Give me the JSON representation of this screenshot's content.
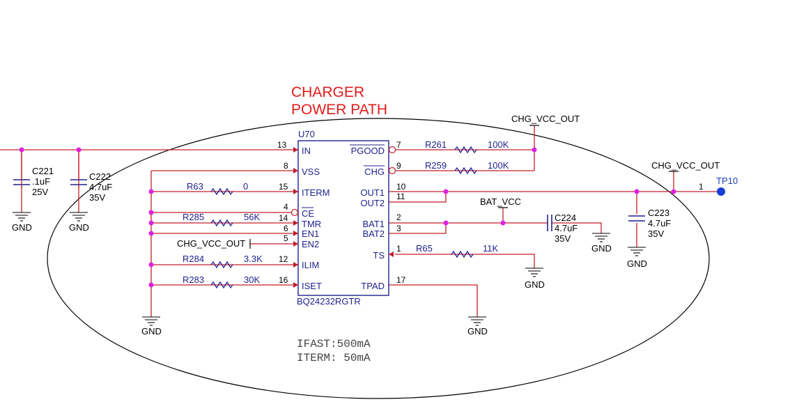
{
  "title": {
    "line1": "CHARGER",
    "line2": "POWER PATH"
  },
  "ic": {
    "ref": "U70",
    "part": "BQ24232RGTR",
    "pins": {
      "in": {
        "num": "13",
        "name": "IN"
      },
      "vss": {
        "num": "8",
        "name": "VSS"
      },
      "iterm": {
        "num": "15",
        "name": "ITERM"
      },
      "ce": {
        "num": "4",
        "name": "CE"
      },
      "tmr": {
        "num": "14",
        "name": "TMR"
      },
      "en1": {
        "num": "6",
        "name": "EN1"
      },
      "en2": {
        "num": "5",
        "name": "EN2"
      },
      "ilim": {
        "num": "12",
        "name": "ILIM"
      },
      "iset": {
        "num": "16",
        "name": "ISET"
      },
      "pgood": {
        "num": "7",
        "name": "PGOOD"
      },
      "chg": {
        "num": "9",
        "name": "CHG"
      },
      "out1": {
        "num": "10",
        "name": "OUT1"
      },
      "out2": {
        "num": "11",
        "name": "OUT2"
      },
      "bat1": {
        "num": "2",
        "name": "BAT1"
      },
      "bat2": {
        "num": "3",
        "name": "BAT2"
      },
      "ts": {
        "num": "1",
        "name": "TS"
      },
      "tpad": {
        "num": "17",
        "name": "TPAD"
      }
    }
  },
  "resistors": {
    "r63": {
      "ref": "R63",
      "value": "0"
    },
    "r285": {
      "ref": "R285",
      "value": "56K"
    },
    "r284": {
      "ref": "R284",
      "value": "3.3K"
    },
    "r283": {
      "ref": "R283",
      "value": "30K"
    },
    "r261": {
      "ref": "R261",
      "value": "100K"
    },
    "r259": {
      "ref": "R259",
      "value": "100K"
    },
    "r65": {
      "ref": "R65",
      "value": "11K"
    }
  },
  "capacitors": {
    "c221": {
      "ref": "C221",
      "value": ".1uF",
      "voltage": "25V"
    },
    "c222": {
      "ref": "C222",
      "value": "4.7uF",
      "voltage": "35V"
    },
    "c224": {
      "ref": "C224",
      "value": "4.7uF",
      "voltage": "35V"
    },
    "c223": {
      "ref": "C223",
      "value": "4.7uF",
      "voltage": "35V"
    }
  },
  "nets": {
    "chg_vcc_out": "CHG_VCC_OUT",
    "bat_vcc": "BAT_VCC",
    "gnd": "GND"
  },
  "testpoint": {
    "ref": "TP10",
    "pin": "1"
  },
  "notes": {
    "ifast": "IFAST:500mA",
    "iterm": "ITERM: 50mA"
  },
  "colors": {
    "wire": "#c41e2a",
    "junction": "#e020e0",
    "title": "#e11b1b",
    "ic_outline": "#1f1f8f",
    "resistor": "#1f1f8f",
    "testpoint": "#1a3fd6"
  }
}
